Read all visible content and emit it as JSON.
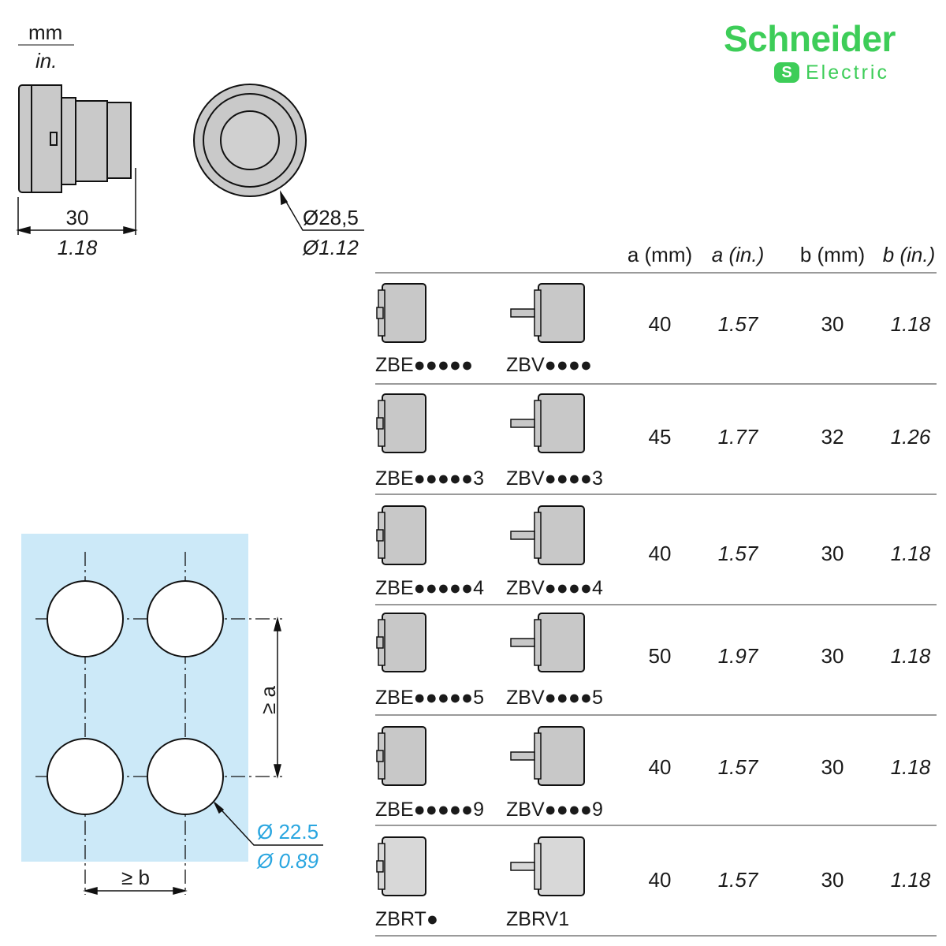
{
  "units": {
    "top": "mm",
    "bottom": "in."
  },
  "logo": {
    "line1": "Schneider",
    "line2": "Electric"
  },
  "side_view": {
    "dim_mm": "30",
    "dim_in": "1.18"
  },
  "front_view": {
    "dia_mm": "Ø28,5",
    "dia_in": "Ø1.12"
  },
  "cutout": {
    "a_label": "≥ a",
    "b_label": "≥ b",
    "dia_mm": "Ø 22.5",
    "dia_in": "Ø 0.89",
    "panel_color": "#cce9f8",
    "accent": "#2aa6e0"
  },
  "table": {
    "headers": [
      "a (mm)",
      "a (in.)",
      "b (mm)",
      "b (in.)"
    ],
    "rows": [
      {
        "code1": "ZBE●●●●●",
        "code2": "ZBV●●●●",
        "a_mm": "40",
        "a_in": "1.57",
        "b_mm": "30",
        "b_in": "1.18"
      },
      {
        "code1": "ZBE●●●●●3",
        "code2": "ZBV●●●●3",
        "a_mm": "45",
        "a_in": "1.77",
        "b_mm": "32",
        "b_in": "1.26"
      },
      {
        "code1": "ZBE●●●●●4",
        "code2": "ZBV●●●●4",
        "a_mm": "40",
        "a_in": "1.57",
        "b_mm": "30",
        "b_in": "1.18"
      },
      {
        "code1": "ZBE●●●●●5",
        "code2": "ZBV●●●●5",
        "a_mm": "50",
        "a_in": "1.97",
        "b_mm": "30",
        "b_in": "1.18"
      },
      {
        "code1": "ZBE●●●●●9",
        "code2": "ZBV●●●●9",
        "a_mm": "40",
        "a_in": "1.57",
        "b_mm": "30",
        "b_in": "1.18"
      },
      {
        "code1": "ZBRT●",
        "code2": "ZBRV1",
        "a_mm": "40",
        "a_in": "1.57",
        "b_mm": "30",
        "b_in": "1.18"
      }
    ]
  }
}
